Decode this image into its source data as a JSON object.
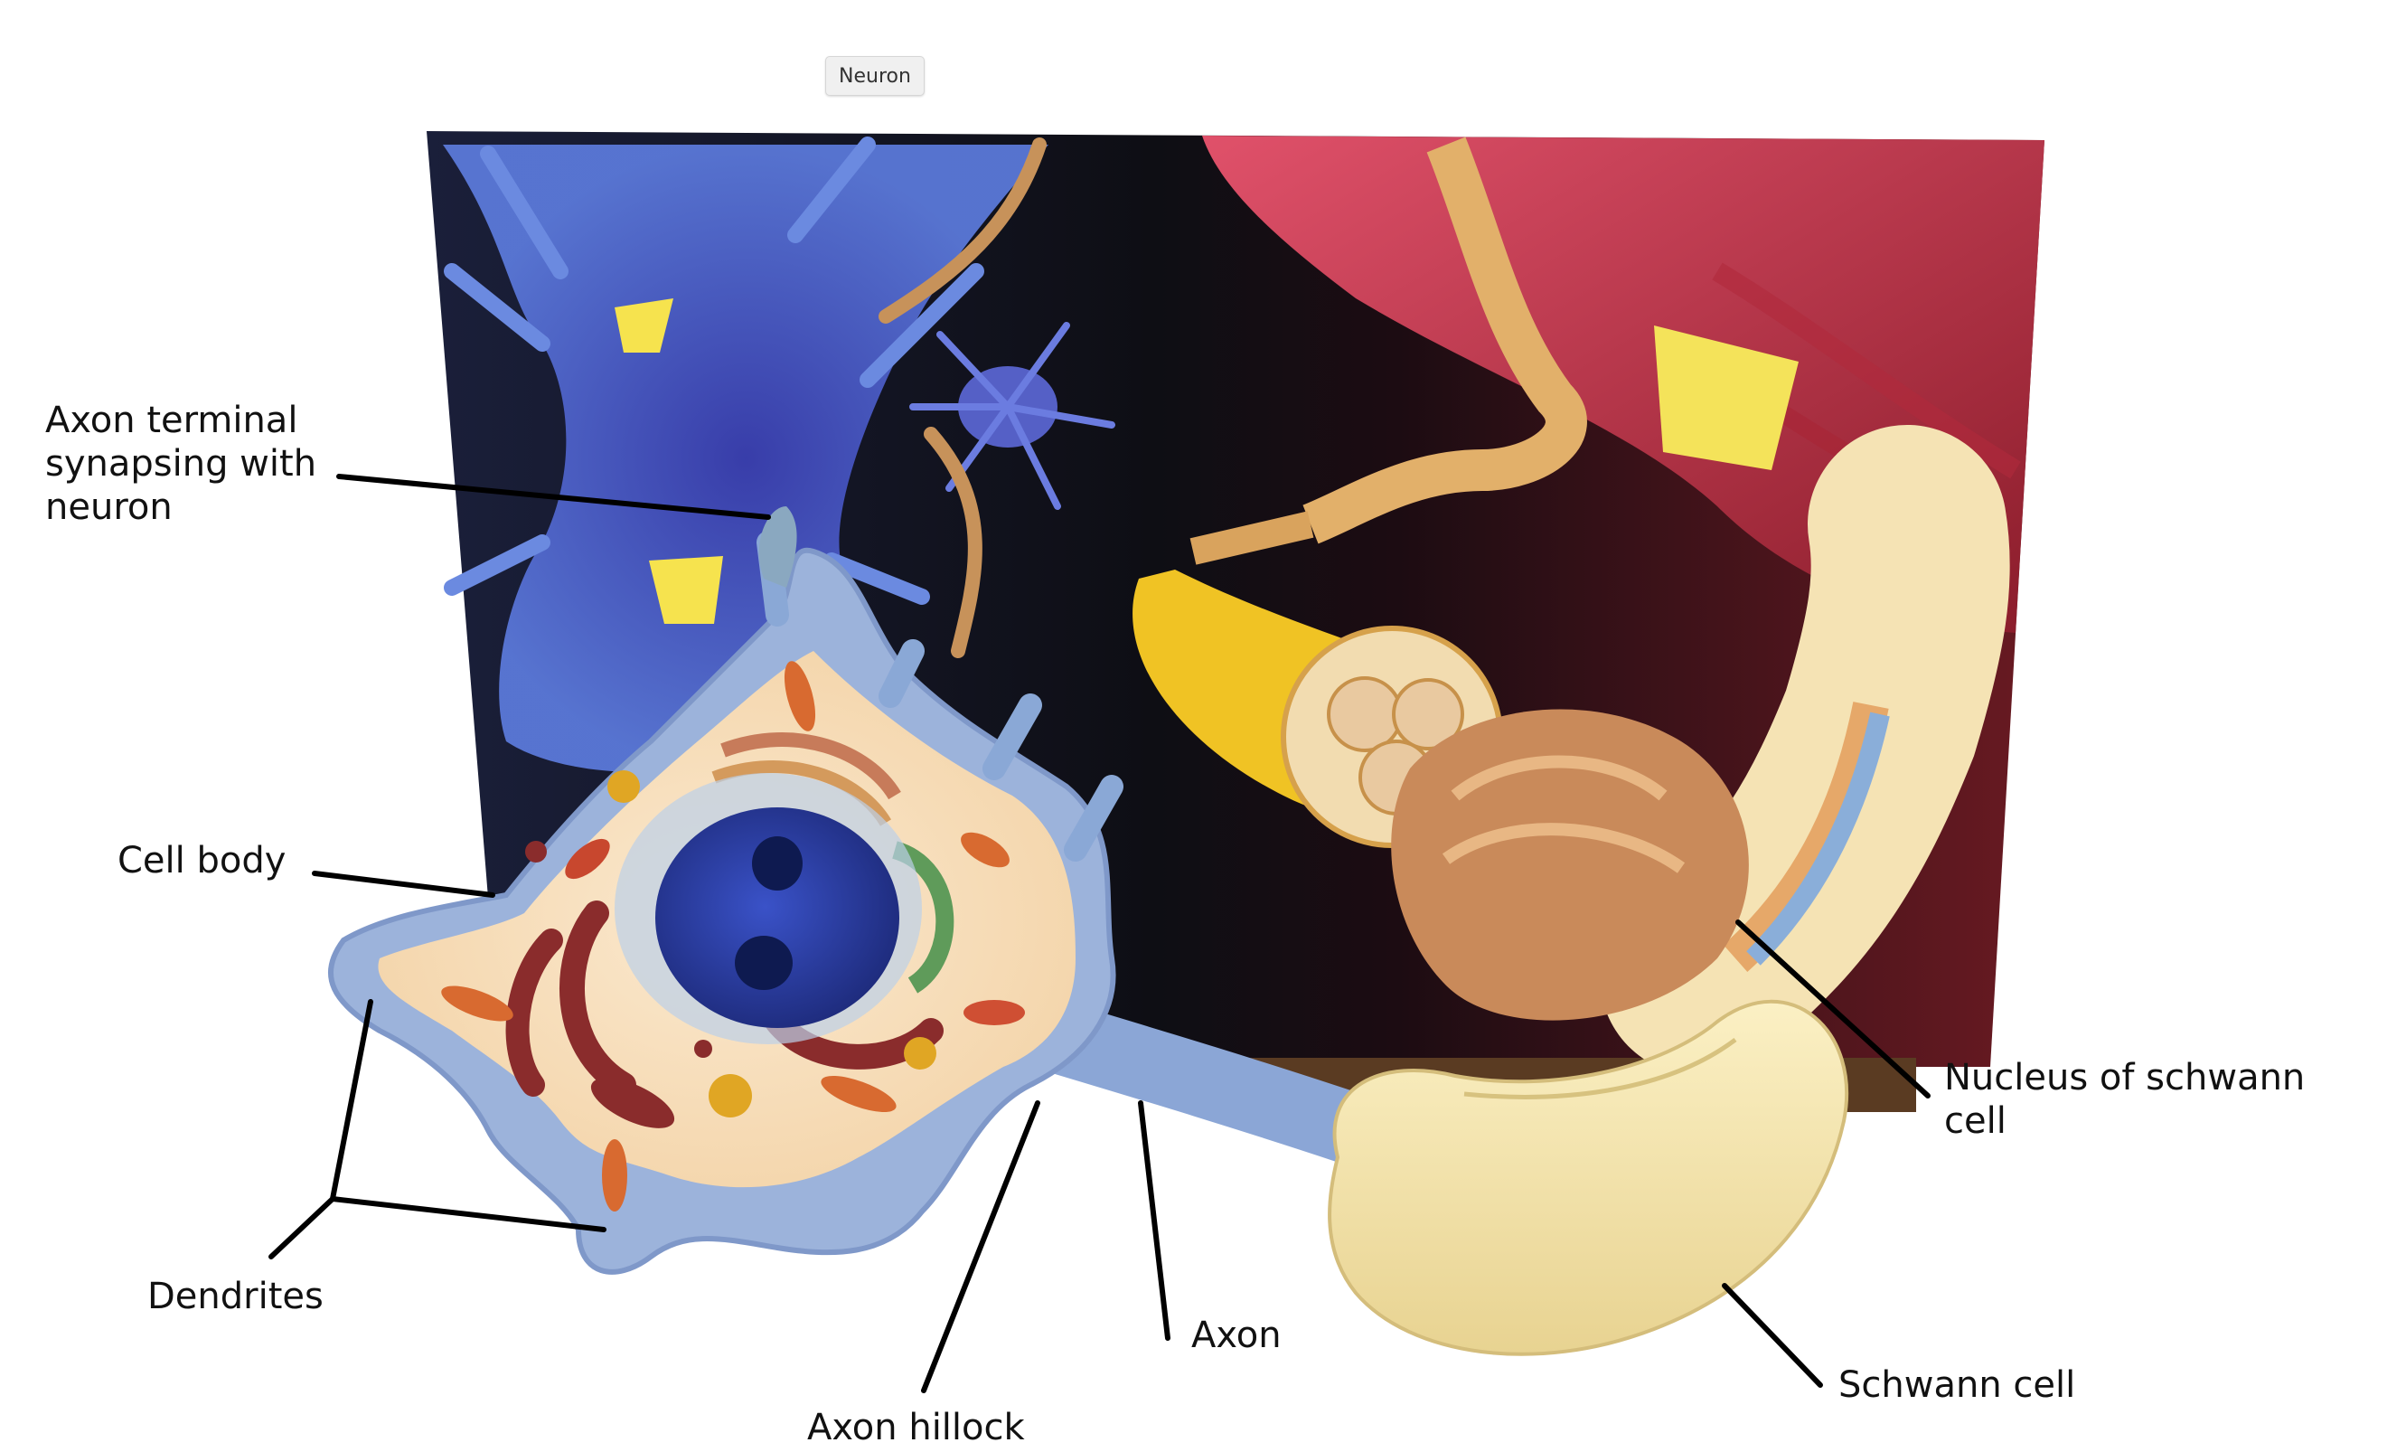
{
  "tab": {
    "label": "Neuron"
  },
  "labels": {
    "axon_terminal": "Axon terminal\nsynapsing with\nneuron",
    "cell_body": "Cell body",
    "dendrites": "Dendrites",
    "axon_hillock": "Axon hillock",
    "axon": "Axon",
    "schwann_cell": "Schwann cell",
    "nucleus_schwann": "Nucleus of schwann\ncell"
  }
}
